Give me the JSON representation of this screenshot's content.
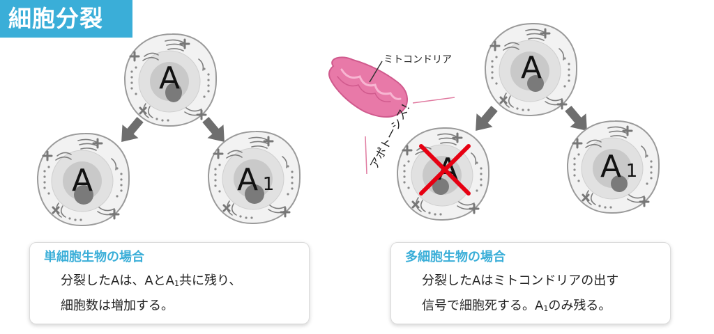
{
  "title": "細胞分裂",
  "cells": {
    "parent_left": "A",
    "child_left_a": "A",
    "child_left_a1": "A",
    "child_left_a1_sub": "1",
    "parent_right": "A",
    "child_right_a": "A",
    "child_right_a1": "A",
    "child_right_a1_sub": "1"
  },
  "mitochondria_label": "ミトコンドリア",
  "apoptosis_label": "アポトーシス！",
  "colors": {
    "accent": "#3aaed8",
    "mitochondria": "#e879a8",
    "cross": "#e60012"
  },
  "panels": {
    "single": {
      "title": "単細胞生物の場合",
      "line1_a": "分裂したAは、AとA",
      "line1_sub": "1",
      "line1_b": "共に残り、",
      "line2": "細胞数は増加する。"
    },
    "multi": {
      "title": "多細胞生物の場合",
      "line1": "分裂したAはミトコンドリアの出す",
      "line2_a": "信号で細胞死する。A",
      "line2_sub": "1",
      "line2_b": "のみ残る。"
    }
  }
}
